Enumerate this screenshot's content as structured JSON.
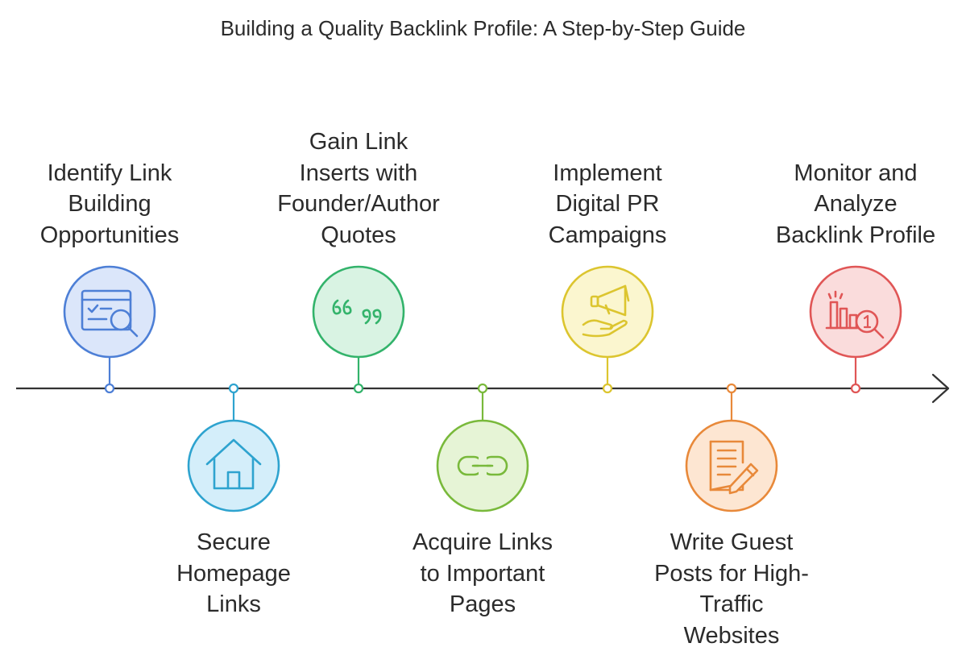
{
  "title": "Building a Quality Backlink Profile: A Step-by-Step Guide",
  "steps": [
    {
      "lines": [
        "Identify Link",
        "Building",
        "Opportunities"
      ],
      "icon": "checklist-search-icon",
      "color": "#4d7fd6",
      "fill": "#dbe6fa",
      "position": "above"
    },
    {
      "lines": [
        "Secure",
        "Homepage",
        "Links"
      ],
      "icon": "house-icon",
      "color": "#2ea3cf",
      "fill": "#d4eefa",
      "position": "below"
    },
    {
      "lines": [
        "Gain Link",
        "Inserts with",
        "Founder/Author",
        "Quotes"
      ],
      "icon": "quote-icon",
      "color": "#33b36b",
      "fill": "#d9f3e3",
      "position": "above"
    },
    {
      "lines": [
        "Acquire Links",
        "to Important",
        "Pages"
      ],
      "icon": "link-icon",
      "color": "#79b93b",
      "fill": "#e6f4d6",
      "position": "below"
    },
    {
      "lines": [
        "Implement",
        "Digital PR",
        "Campaigns"
      ],
      "icon": "megaphone-hand-icon",
      "color": "#dcc52f",
      "fill": "#fbf6cf",
      "position": "above"
    },
    {
      "lines": [
        "Write Guest",
        "Posts for High-",
        "Traffic",
        "Websites"
      ],
      "icon": "document-pen-icon",
      "color": "#e8893a",
      "fill": "#fde6d2",
      "position": "below"
    },
    {
      "lines": [
        "Monitor and",
        "Analyze",
        "Backlink Profile"
      ],
      "icon": "chart-magnifier-icon",
      "color": "#e05656",
      "fill": "#fadcdc",
      "position": "above"
    }
  ]
}
